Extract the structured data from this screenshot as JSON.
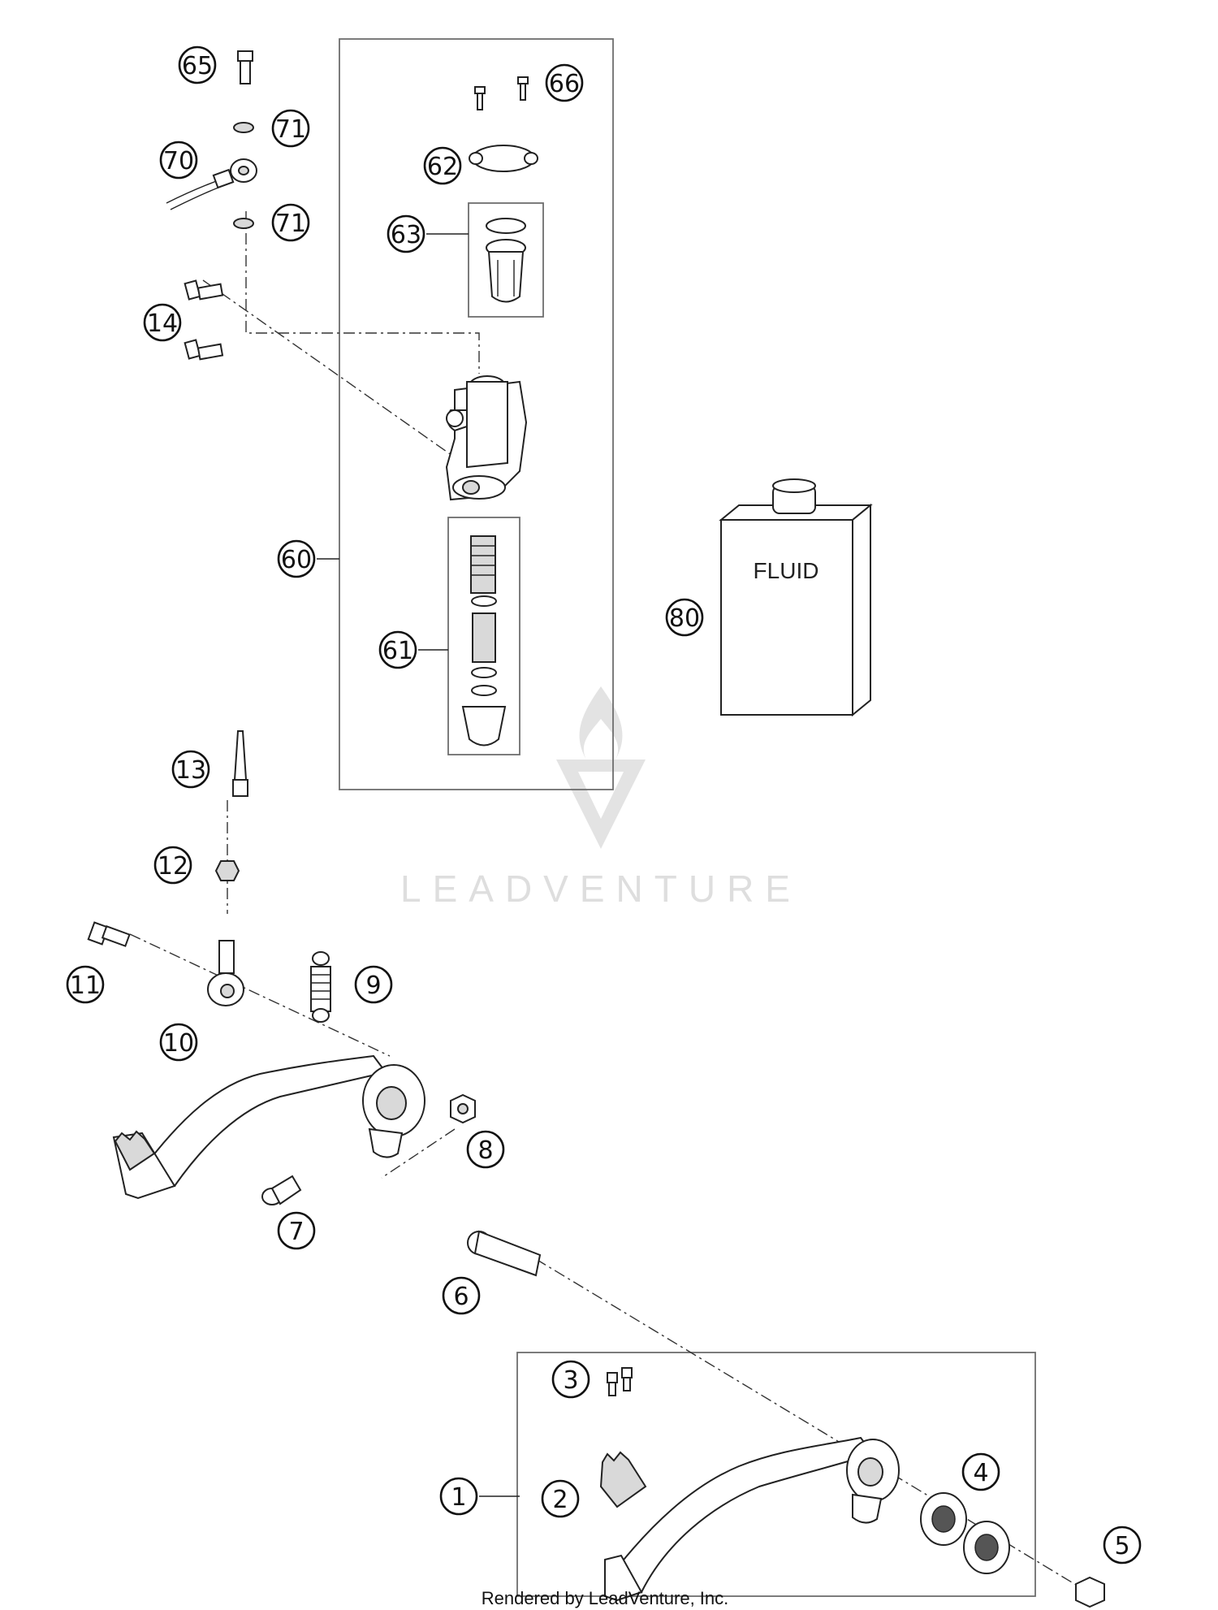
{
  "callouts": {
    "c1": "1",
    "c2": "2",
    "c3": "3",
    "c4": "4",
    "c5": "5",
    "c6": "6",
    "c7": "7",
    "c8": "8",
    "c9": "9",
    "c10": "10",
    "c11": "11",
    "c12": "12",
    "c13": "13",
    "c14": "14",
    "c60": "60",
    "c61": "61",
    "c62": "62",
    "c63": "63",
    "c65": "65",
    "c66": "66",
    "c70": "70",
    "c71a": "71",
    "c71b": "71",
    "c80": "80"
  },
  "fluid_label": "FLUID",
  "watermark": "LEADVENTURE",
  "footer": "Rendered by LeadVenture, Inc."
}
